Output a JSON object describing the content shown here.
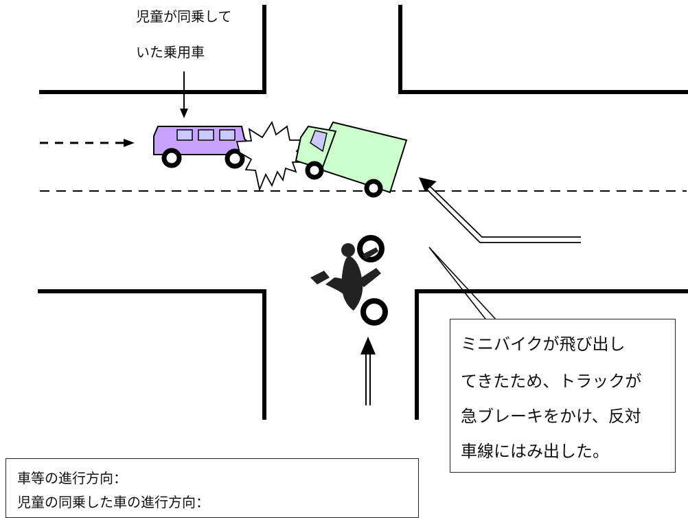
{
  "annotations": {
    "passenger_car_line1": "児童が同乗して",
    "passenger_car_line2": "いた乗用車"
  },
  "note": {
    "line1": "ミニバイクが飛び出し",
    "line2": "てきたため、トラックが",
    "line3": "急ブレーキをかけ、反対",
    "line4": "車線にはみ出した。"
  },
  "legend": {
    "vehicle_direction_label": "車等の進行方向：",
    "child_car_direction_label": "児童の同乗した車の進行方向："
  },
  "colors": {
    "car_body": "#c7a2ff",
    "truck_body": "#ccffcc",
    "truck_window": "#c9c9ff",
    "road_line": "#000000"
  },
  "icons": {
    "car": "passenger-car-icon",
    "truck": "truck-icon",
    "collision": "collision-burst-icon",
    "bike": "minibike-rider-icon"
  }
}
